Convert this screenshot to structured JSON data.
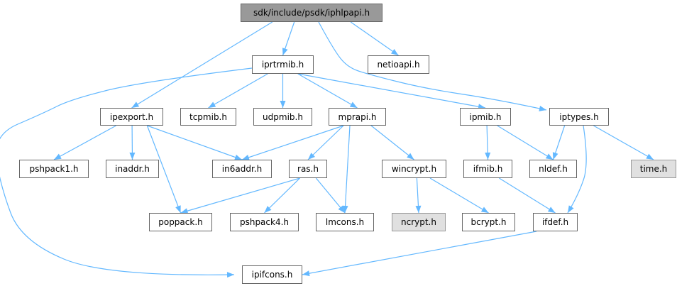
{
  "graph": {
    "edge_color": "#63b8ff",
    "nodes": [
      {
        "id": "root",
        "label": "sdk/include/psdk/iphlpapi.h",
        "kind": "root"
      },
      {
        "id": "iprtrmib",
        "label": "iprtrmib.h",
        "kind": "file"
      },
      {
        "id": "netioapi",
        "label": "netioapi.h",
        "kind": "file"
      },
      {
        "id": "ipexport",
        "label": "ipexport.h",
        "kind": "file"
      },
      {
        "id": "tcpmib",
        "label": "tcpmib.h",
        "kind": "file"
      },
      {
        "id": "udpmib",
        "label": "udpmib.h",
        "kind": "file"
      },
      {
        "id": "mprapi",
        "label": "mprapi.h",
        "kind": "file"
      },
      {
        "id": "ipmib",
        "label": "ipmib.h",
        "kind": "file"
      },
      {
        "id": "iptypes",
        "label": "iptypes.h",
        "kind": "file"
      },
      {
        "id": "pshpack1",
        "label": "pshpack1.h",
        "kind": "file"
      },
      {
        "id": "inaddr",
        "label": "inaddr.h",
        "kind": "file"
      },
      {
        "id": "in6addr",
        "label": "in6addr.h",
        "kind": "file"
      },
      {
        "id": "ras",
        "label": "ras.h",
        "kind": "file"
      },
      {
        "id": "wincrypt",
        "label": "wincrypt.h",
        "kind": "file"
      },
      {
        "id": "ifmib",
        "label": "ifmib.h",
        "kind": "file"
      },
      {
        "id": "nldef",
        "label": "nldef.h",
        "kind": "file"
      },
      {
        "id": "time",
        "label": "time.h",
        "kind": "external"
      },
      {
        "id": "poppack",
        "label": "poppack.h",
        "kind": "file"
      },
      {
        "id": "pshpack4",
        "label": "pshpack4.h",
        "kind": "file"
      },
      {
        "id": "lmcons",
        "label": "lmcons.h",
        "kind": "file"
      },
      {
        "id": "ncrypt",
        "label": "ncrypt.h",
        "kind": "external"
      },
      {
        "id": "bcrypt",
        "label": "bcrypt.h",
        "kind": "file"
      },
      {
        "id": "ifdef",
        "label": "ifdef.h",
        "kind": "file"
      },
      {
        "id": "ipifcons",
        "label": "ipifcons.h",
        "kind": "file"
      }
    ],
    "edges": [
      [
        "root",
        "ipexport"
      ],
      [
        "root",
        "iprtrmib"
      ],
      [
        "root",
        "netioapi"
      ],
      [
        "root",
        "iptypes"
      ],
      [
        "iprtrmib",
        "ipifcons"
      ],
      [
        "iprtrmib",
        "tcpmib"
      ],
      [
        "iprtrmib",
        "udpmib"
      ],
      [
        "iprtrmib",
        "mprapi"
      ],
      [
        "iprtrmib",
        "ipmib"
      ],
      [
        "ipexport",
        "pshpack1"
      ],
      [
        "ipexport",
        "inaddr"
      ],
      [
        "ipexport",
        "in6addr"
      ],
      [
        "ipexport",
        "poppack"
      ],
      [
        "mprapi",
        "in6addr"
      ],
      [
        "mprapi",
        "ras"
      ],
      [
        "mprapi",
        "lmcons"
      ],
      [
        "mprapi",
        "wincrypt"
      ],
      [
        "ipmib",
        "ifmib"
      ],
      [
        "ipmib",
        "nldef"
      ],
      [
        "iptypes",
        "nldef"
      ],
      [
        "iptypes",
        "time"
      ],
      [
        "iptypes",
        "ifdef"
      ],
      [
        "ras",
        "poppack"
      ],
      [
        "ras",
        "pshpack4"
      ],
      [
        "ras",
        "lmcons"
      ],
      [
        "wincrypt",
        "ncrypt"
      ],
      [
        "wincrypt",
        "bcrypt"
      ],
      [
        "ifmib",
        "ifdef"
      ],
      [
        "ifdef",
        "ipifcons"
      ]
    ]
  }
}
